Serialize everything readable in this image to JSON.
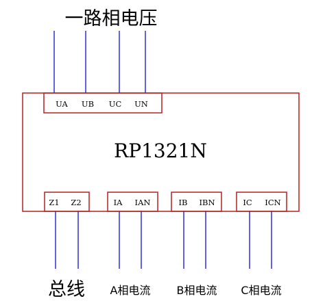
{
  "diagram": {
    "top_heading": "一路相电压",
    "device_label": "RP1321N",
    "top_pins": [
      "UA",
      "UB",
      "UC",
      "UN"
    ],
    "bottom_groups": [
      {
        "pins": [
          "Z1",
          "Z2"
        ],
        "caption": "总线"
      },
      {
        "pins": [
          "IA",
          "IAN"
        ],
        "caption": "A相电流"
      },
      {
        "pins": [
          "IB",
          "IBN"
        ],
        "caption": "B相电流"
      },
      {
        "pins": [
          "IC",
          "ICN"
        ],
        "caption": "C相电流"
      }
    ],
    "colors": {
      "box_stroke": "#b22222",
      "wire": "#2f2fd8",
      "text": "#000000"
    }
  }
}
